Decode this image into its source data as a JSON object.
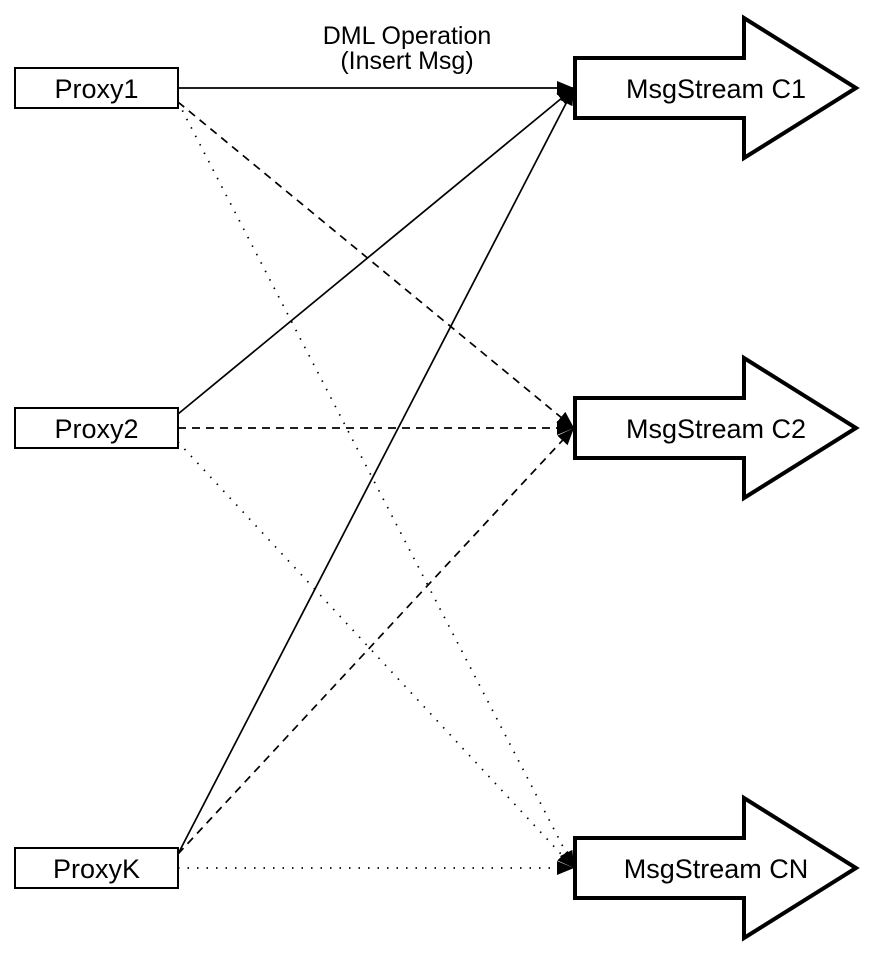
{
  "diagram": {
    "title": {
      "line1": "DML Operation",
      "line2": "(Insert Msg)"
    },
    "colors": {
      "stroke": "#000000",
      "fill": "#ffffff",
      "background": "#ffffff"
    },
    "proxies": [
      {
        "id": "proxy1",
        "label": "Proxy1",
        "row": 0
      },
      {
        "id": "proxy2",
        "label": "Proxy2",
        "row": 1
      },
      {
        "id": "proxyk",
        "label": "ProxyK",
        "row": 2
      }
    ],
    "streams": [
      {
        "id": "c1",
        "label": "MsgStream C1",
        "row": 0
      },
      {
        "id": "c2",
        "label": "MsgStream C2",
        "row": 1
      },
      {
        "id": "cn",
        "label": "MsgStream CN",
        "row": 2
      }
    ],
    "edges": [
      {
        "from": "proxy1",
        "to": "c1",
        "line_style": "solid"
      },
      {
        "from": "proxy1",
        "to": "c2",
        "line_style": "dashed"
      },
      {
        "from": "proxy1",
        "to": "cn",
        "line_style": "dotted"
      },
      {
        "from": "proxy2",
        "to": "c1",
        "line_style": "solid"
      },
      {
        "from": "proxy2",
        "to": "c2",
        "line_style": "dashed"
      },
      {
        "from": "proxy2",
        "to": "cn",
        "line_style": "dotted"
      },
      {
        "from": "proxyk",
        "to": "c1",
        "line_style": "solid"
      },
      {
        "from": "proxyk",
        "to": "c2",
        "line_style": "dashed"
      },
      {
        "from": "proxyk",
        "to": "cn",
        "line_style": "dotted"
      }
    ]
  }
}
